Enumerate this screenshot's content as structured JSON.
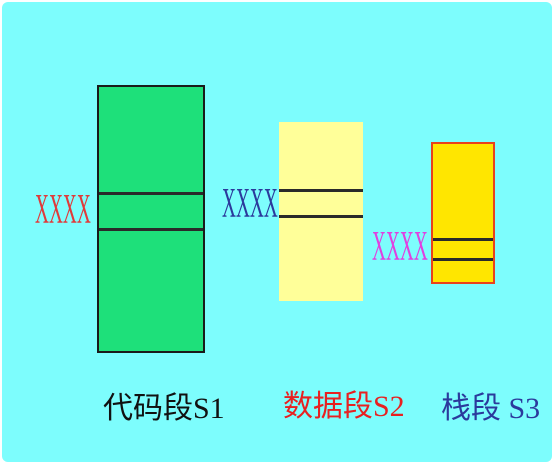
{
  "diagram": {
    "background_color": "#7DFDFD",
    "segments": [
      {
        "name": "代码段S1",
        "pointer": "XXXX",
        "fill": "#1EE07A",
        "label_color": "#111111",
        "pointer_color": "#E03A3A"
      },
      {
        "name": "数据段S2",
        "pointer": "XXXX",
        "fill": "#FFFF99",
        "label_color": "#E82020",
        "pointer_color": "#2B3A9C"
      },
      {
        "name": "栈段 S3",
        "pointer": "XXXX",
        "fill": "#FFE600",
        "label_color": "#2B3A9C",
        "pointer_color": "#E040E0"
      }
    ]
  }
}
